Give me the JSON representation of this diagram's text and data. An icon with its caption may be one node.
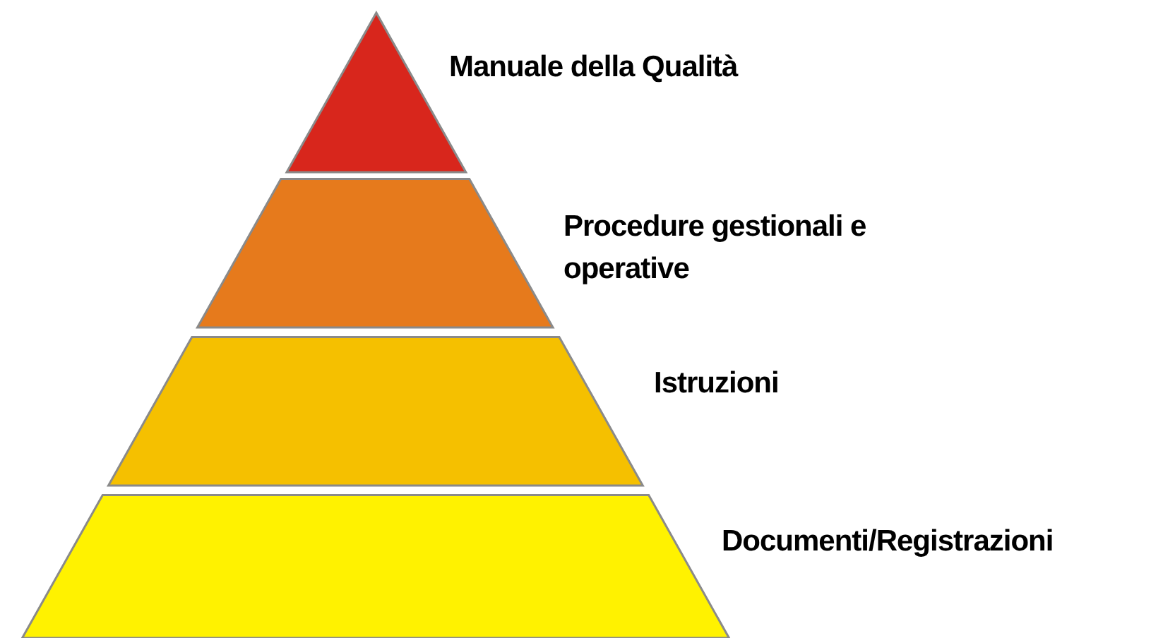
{
  "diagram": {
    "nodes": [
      {
        "text": [],
        "shape": "triangle",
        "beside": [
          "Manuale della Qualità"
        ]
      },
      {
        "text": [],
        "shape": "trapezoid",
        "beside": [
          "Procedure gestionali e operative"
        ]
      },
      {
        "text": [],
        "shape": "trapezoid",
        "beside": [
          "Istruzioni"
        ]
      },
      {
        "text": [],
        "shape": "trapezoid",
        "beside": [
          "Documenti/Registrazioni"
        ]
      }
    ]
  }
}
